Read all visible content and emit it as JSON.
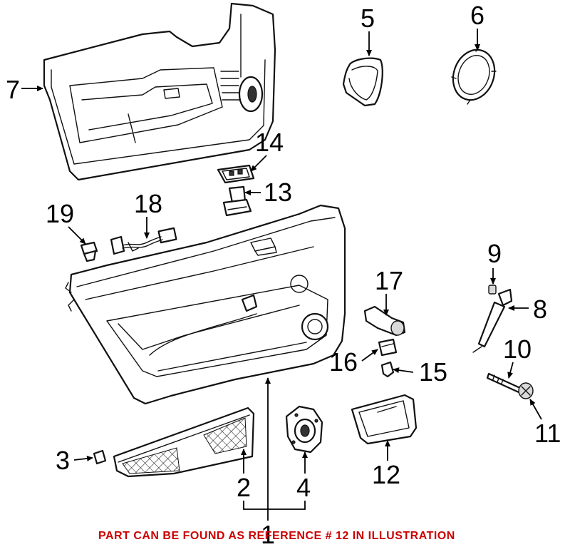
{
  "diagram": {
    "callouts": [
      "1",
      "2",
      "3",
      "4",
      "5",
      "6",
      "7",
      "8",
      "9",
      "10",
      "11",
      "12",
      "13",
      "14",
      "15",
      "16",
      "17",
      "18",
      "19"
    ],
    "note": "PART CAN BE FOUND AS REFERENCE # 12 IN ILLUSTRATION",
    "colors": {
      "note": "#cc0000",
      "ink": "#111111"
    }
  }
}
